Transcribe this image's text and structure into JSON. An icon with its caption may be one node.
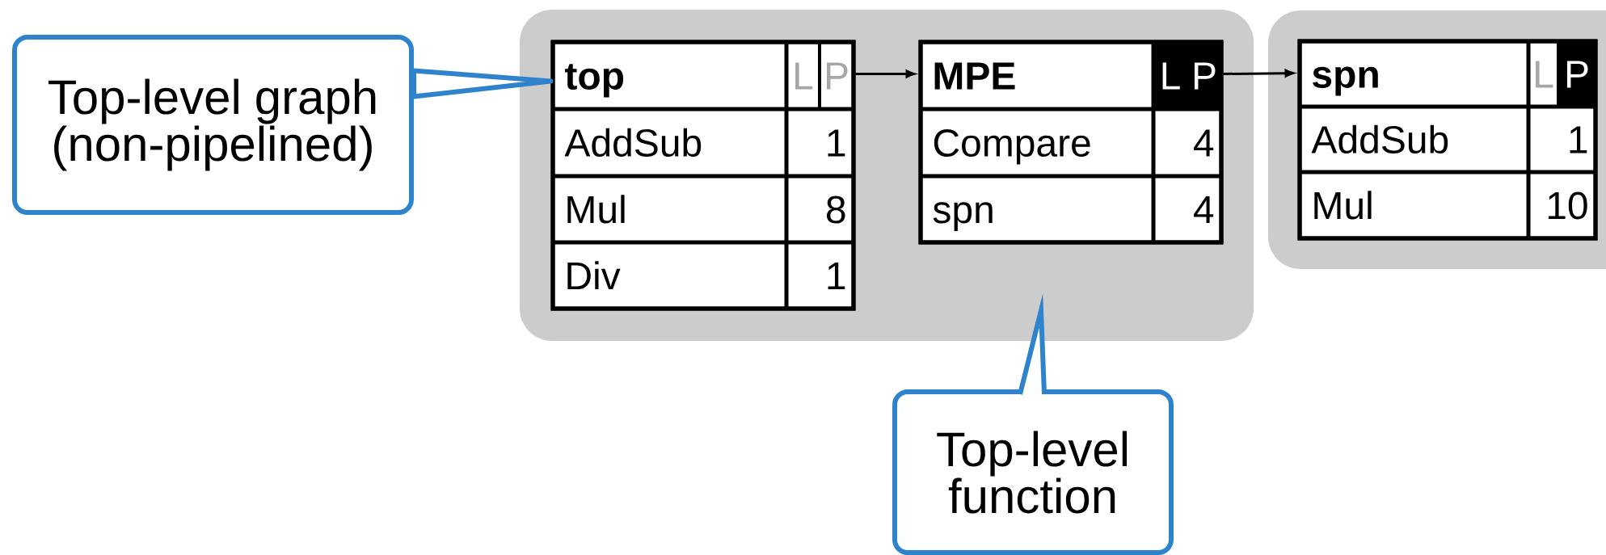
{
  "diagram": {
    "nodes": [
      {
        "text": [],
        "shape": "box"
      },
      {
        "text": [
          "top",
          "L",
          "P",
          "AddSub",
          "1",
          "Mul",
          "8",
          "Div",
          "1"
        ],
        "in": 0
      },
      {
        "text": [
          "MPE",
          "L",
          "P",
          "Compare",
          "4",
          "spn",
          "4"
        ],
        "in": 0
      },
      {
        "text": [],
        "shape": "box"
      },
      {
        "text": [
          "spn",
          "L",
          "P",
          "AddSub",
          "1",
          "Mul",
          "10"
        ],
        "in": 3
      },
      {
        "text": [
          "Top-level graph (non-pipelined)"
        ]
      },
      {
        "text": [
          "Top-level function"
        ]
      }
    ],
    "edges": [
      {
        "from": 1,
        "to": 2,
        "arrow": "to"
      },
      {
        "from": 2,
        "to": 4,
        "arrow": "to"
      },
      {
        "from": 5,
        "to": 1,
        "arrow": "none",
        "style": "thick",
        "color": "#2e83cc"
      },
      {
        "from": 6,
        "to": 0,
        "arrow": "none",
        "style": "thick",
        "color": "#2e83cc"
      }
    ]
  }
}
